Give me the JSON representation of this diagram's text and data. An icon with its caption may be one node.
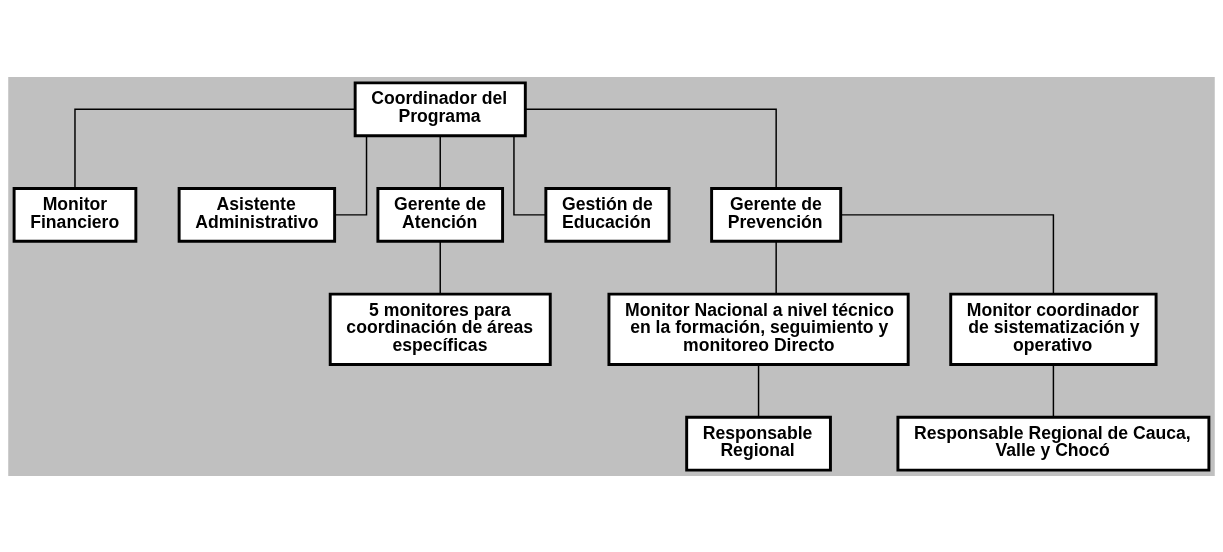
{
  "diagram": {
    "nodes": [
      {
        "text": [
          "Coordinador del Programa"
        ]
      },
      {
        "text": [
          "Monitor Financiero"
        ]
      },
      {
        "text": [
          "Asistente Administrativo"
        ]
      },
      {
        "text": [
          "Gerente de Atención"
        ]
      },
      {
        "text": [
          "Gestión de Educación"
        ]
      },
      {
        "text": [
          "Gerente de Prevención"
        ]
      },
      {
        "text": [
          "5 monitores para coordinación de áreas específicas"
        ]
      },
      {
        "text": [
          "Monitor Nacional a nivel técnico en la formación, seguimiento y monitoreo Directo"
        ]
      },
      {
        "text": [
          "Monitor coordinador de sistematización y operativo"
        ]
      },
      {
        "text": [
          "Responsable Regional"
        ]
      },
      {
        "text": [
          "Responsable Regional de Cauca, Valle y Chocó"
        ]
      }
    ],
    "edges": [
      {
        "from": 0,
        "to": 1,
        "arrow": "none"
      },
      {
        "from": 0,
        "to": 2,
        "arrow": "none"
      },
      {
        "from": 0,
        "to": 3,
        "arrow": "none"
      },
      {
        "from": 0,
        "to": 4,
        "arrow": "none"
      },
      {
        "from": 0,
        "to": 5,
        "arrow": "none"
      },
      {
        "from": 3,
        "to": 6,
        "arrow": "none"
      },
      {
        "from": 5,
        "to": 7,
        "arrow": "none"
      },
      {
        "from": 5,
        "to": 8,
        "arrow": "none"
      },
      {
        "from": 7,
        "to": 9,
        "arrow": "none"
      },
      {
        "from": 8,
        "to": 10,
        "arrow": "none"
      }
    ]
  }
}
